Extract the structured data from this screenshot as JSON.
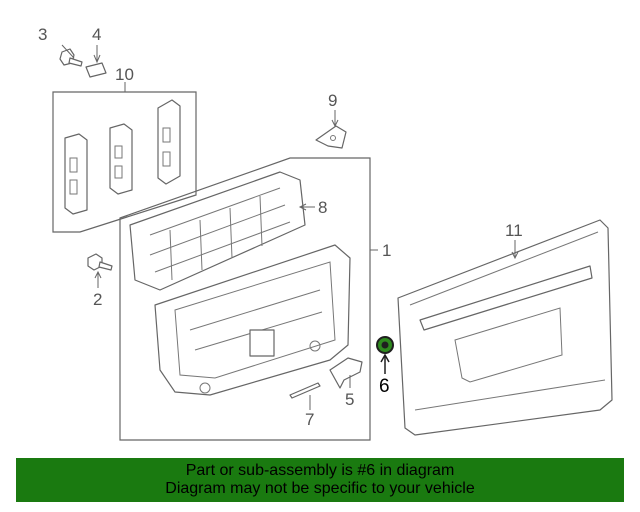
{
  "callouts": {
    "c1": "1",
    "c2": "2",
    "c3": "3",
    "c4": "4",
    "c5": "5",
    "c6": "6",
    "c7": "7",
    "c8": "8",
    "c9": "9",
    "c10": "10",
    "c11": "11"
  },
  "highlight": {
    "part_number": "6",
    "color": "#1f1f1f",
    "fill": "#2e8a1e"
  },
  "banner": {
    "line1": "Part or sub-assembly is #6 in diagram",
    "line2": "Diagram may not be specific to your vehicle",
    "background": "#1a7a10"
  }
}
